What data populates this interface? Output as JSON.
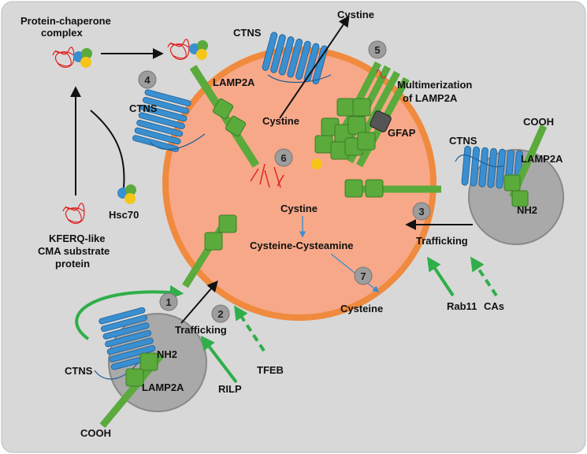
{
  "colors": {
    "background": "#d8d8d8",
    "lysosome_fill": "#f7a888",
    "lysosome_border": "#f08a3e",
    "vesicle": "#a9a9a9",
    "lamp2a": "#5aaa3c",
    "ctns": "#3a8fd0",
    "arrow_black": "#111111",
    "arrow_green": "#2fae4a",
    "arrow_blue": "#3a8fd0",
    "gfap": "#555555",
    "substrate": "#e02020"
  },
  "labels": {
    "protein_chaperone_complex_1": "Protein-chaperone",
    "protein_chaperone_complex_2": "complex",
    "lamp2a_top": "LAMP2A",
    "ctns_left": "CTNS",
    "ctns_top": "CTNS",
    "cystine_top": "Cystine",
    "cystine_mid": "Cystine",
    "multimerization_1": "Multimerization",
    "multimerization_2": "of LAMP2A",
    "gfap": "GFAP",
    "cooh_right": "COOH",
    "ctns_right": "CTNS",
    "lamp2a_right": "LAMP2A",
    "nh2_right": "NH2",
    "hsc70": "Hsc70",
    "kferq_1": "KFERQ-like",
    "kferq_2": "CMA substrate",
    "kferq_3": "protein",
    "cystine_inside": "Cystine",
    "cysteine_cysteamine": "Cysteine-Cysteamine",
    "cysteine": "Cysteine",
    "trafficking_right": "Trafficking",
    "trafficking_left": "Trafficking",
    "rab11": "Rab11",
    "cas": "CAs",
    "tfeb": "TFEB",
    "rilp": "RILP",
    "ctns_bottom": "CTNS",
    "nh2_bottom": "NH2",
    "lamp2a_bottom": "LAMP2A",
    "cooh_bottom": "COOH"
  },
  "steps": [
    "1",
    "2",
    "3",
    "4",
    "5",
    "6",
    "7"
  ]
}
